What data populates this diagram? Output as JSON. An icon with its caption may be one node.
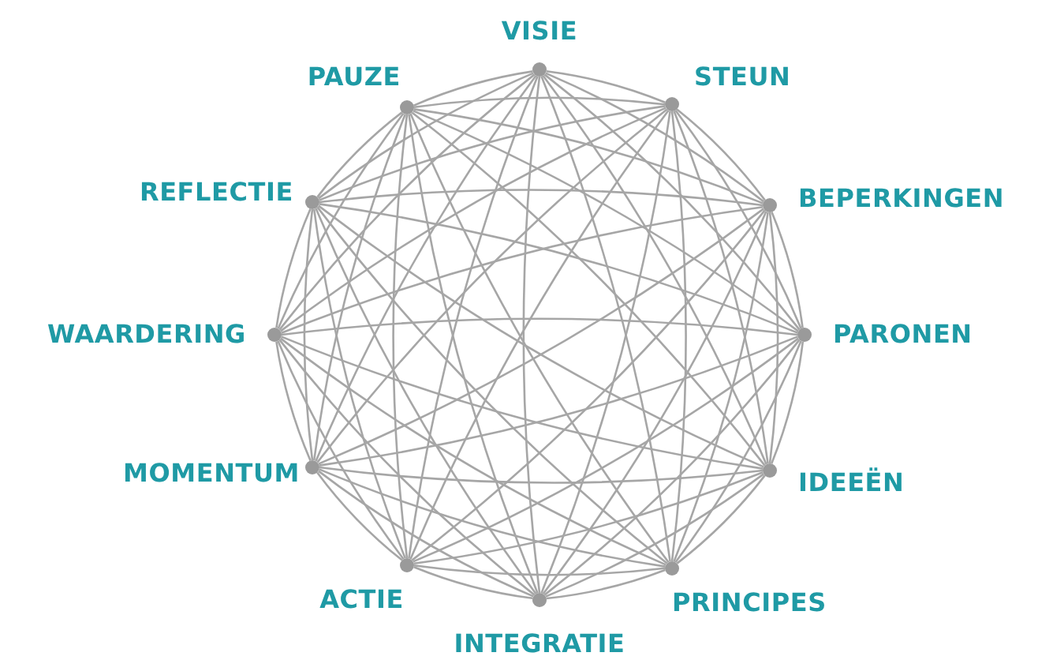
{
  "diagram": {
    "nodes": [
      {
        "text": [],
        "shape": "circle",
        "beside": [
          "VISIE"
        ]
      },
      {
        "text": [],
        "shape": "circle",
        "beside": [
          "STEUN"
        ]
      },
      {
        "text": [],
        "shape": "circle",
        "beside": [
          "BEPERKINGEN"
        ]
      },
      {
        "text": [],
        "shape": "circle",
        "beside": [
          "PARONEN"
        ]
      },
      {
        "text": [],
        "shape": "circle",
        "beside": [
          "IDEEËN"
        ]
      },
      {
        "text": [],
        "shape": "circle",
        "beside": [
          "PRINCIPES"
        ]
      },
      {
        "text": [],
        "shape": "circle",
        "beside": [
          "INTEGRATIE"
        ]
      },
      {
        "text": [],
        "shape": "circle",
        "beside": [
          "ACTIE"
        ]
      },
      {
        "text": [],
        "shape": "circle",
        "beside": [
          "MOMENTUM"
        ]
      },
      {
        "text": [],
        "shape": "circle",
        "beside": [
          "WAARDERING"
        ]
      },
      {
        "text": [],
        "shape": "circle",
        "beside": [
          "REFLECTIE"
        ]
      },
      {
        "text": [],
        "shape": "circle",
        "beside": [
          "PAUZE"
        ]
      }
    ],
    "edges": [
      {
        "from": 0,
        "to": 1,
        "arrow": "none"
      },
      {
        "from": 0,
        "to": 2,
        "arrow": "none"
      },
      {
        "from": 0,
        "to": 3,
        "arrow": "none"
      },
      {
        "from": 0,
        "to": 4,
        "arrow": "none"
      },
      {
        "from": 0,
        "to": 5,
        "arrow": "none"
      },
      {
        "from": 0,
        "to": 6,
        "arrow": "none"
      },
      {
        "from": 0,
        "to": 7,
        "arrow": "none"
      },
      {
        "from": 0,
        "to": 8,
        "arrow": "none"
      },
      {
        "from": 0,
        "to": 9,
        "arrow": "none"
      },
      {
        "from": 0,
        "to": 10,
        "arrow": "none"
      },
      {
        "from": 0,
        "to": 11,
        "arrow": "none"
      },
      {
        "from": 1,
        "to": 2,
        "arrow": "none"
      },
      {
        "from": 1,
        "to": 3,
        "arrow": "none"
      },
      {
        "from": 1,
        "to": 4,
        "arrow": "none"
      },
      {
        "from": 1,
        "to": 5,
        "arrow": "none"
      },
      {
        "from": 1,
        "to": 6,
        "arrow": "none"
      },
      {
        "from": 1,
        "to": 7,
        "arrow": "none"
      },
      {
        "from": 1,
        "to": 8,
        "arrow": "none"
      },
      {
        "from": 1,
        "to": 9,
        "arrow": "none"
      },
      {
        "from": 1,
        "to": 10,
        "arrow": "none"
      },
      {
        "from": 1,
        "to": 11,
        "arrow": "none"
      },
      {
        "from": 2,
        "to": 3,
        "arrow": "none"
      },
      {
        "from": 2,
        "to": 4,
        "arrow": "none"
      },
      {
        "from": 2,
        "to": 5,
        "arrow": "none"
      },
      {
        "from": 2,
        "to": 6,
        "arrow": "none"
      },
      {
        "from": 2,
        "to": 7,
        "arrow": "none"
      },
      {
        "from": 2,
        "to": 8,
        "arrow": "none"
      },
      {
        "from": 2,
        "to": 9,
        "arrow": "none"
      },
      {
        "from": 2,
        "to": 10,
        "arrow": "none"
      },
      {
        "from": 2,
        "to": 11,
        "arrow": "none"
      },
      {
        "from": 3,
        "to": 4,
        "arrow": "none"
      },
      {
        "from": 3,
        "to": 5,
        "arrow": "none"
      },
      {
        "from": 3,
        "to": 6,
        "arrow": "none"
      },
      {
        "from": 3,
        "to": 7,
        "arrow": "none"
      },
      {
        "from": 3,
        "to": 8,
        "arrow": "none"
      },
      {
        "from": 3,
        "to": 9,
        "arrow": "none"
      },
      {
        "from": 3,
        "to": 10,
        "arrow": "none"
      },
      {
        "from": 3,
        "to": 11,
        "arrow": "none"
      },
      {
        "from": 4,
        "to": 5,
        "arrow": "none"
      },
      {
        "from": 4,
        "to": 6,
        "arrow": "none"
      },
      {
        "from": 4,
        "to": 7,
        "arrow": "none"
      },
      {
        "from": 4,
        "to": 8,
        "arrow": "none"
      },
      {
        "from": 4,
        "to": 9,
        "arrow": "none"
      },
      {
        "from": 4,
        "to": 10,
        "arrow": "none"
      },
      {
        "from": 4,
        "to": 11,
        "arrow": "none"
      },
      {
        "from": 5,
        "to": 6,
        "arrow": "none"
      },
      {
        "from": 5,
        "to": 7,
        "arrow": "none"
      },
      {
        "from": 5,
        "to": 8,
        "arrow": "none"
      },
      {
        "from": 5,
        "to": 9,
        "arrow": "none"
      },
      {
        "from": 5,
        "to": 10,
        "arrow": "none"
      },
      {
        "from": 5,
        "to": 11,
        "arrow": "none"
      },
      {
        "from": 6,
        "to": 7,
        "arrow": "none"
      },
      {
        "from": 6,
        "to": 8,
        "arrow": "none"
      },
      {
        "from": 6,
        "to": 9,
        "arrow": "none"
      },
      {
        "from": 6,
        "to": 10,
        "arrow": "none"
      },
      {
        "from": 6,
        "to": 11,
        "arrow": "none"
      },
      {
        "from": 7,
        "to": 8,
        "arrow": "none"
      },
      {
        "from": 7,
        "to": 9,
        "arrow": "none"
      },
      {
        "from": 7,
        "to": 10,
        "arrow": "none"
      },
      {
        "from": 7,
        "to": 11,
        "arrow": "none"
      },
      {
        "from": 8,
        "to": 9,
        "arrow": "none"
      },
      {
        "from": 8,
        "to": 10,
        "arrow": "none"
      },
      {
        "from": 8,
        "to": 11,
        "arrow": "none"
      },
      {
        "from": 9,
        "to": 10,
        "arrow": "none"
      },
      {
        "from": 9,
        "to": 11,
        "arrow": "none"
      },
      {
        "from": 10,
        "to": 11,
        "arrow": "none"
      }
    ]
  }
}
